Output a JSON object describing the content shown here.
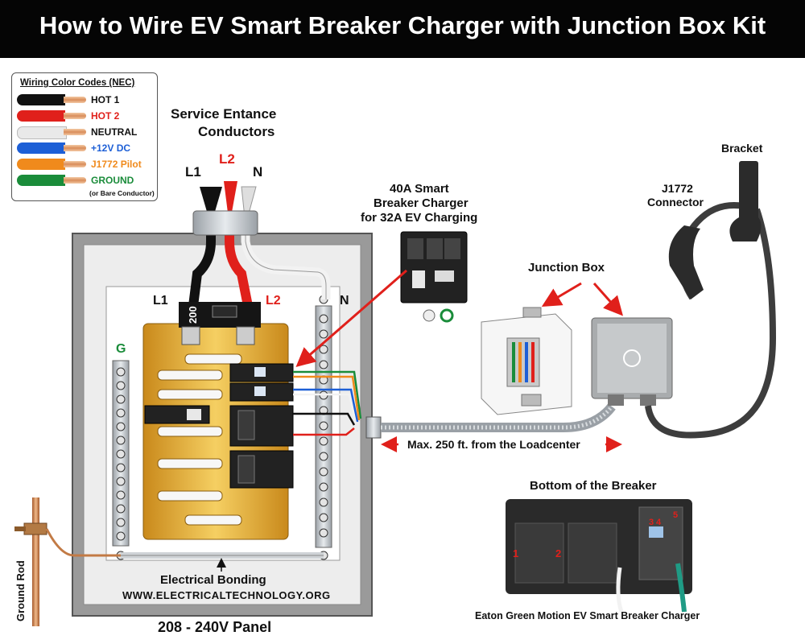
{
  "title": "How to Wire EV Smart Breaker Charger with Junction Box Kit",
  "legend": {
    "title": "Wiring Color Codes (NEC)",
    "items": [
      {
        "label": "HOT 1",
        "wire": "#111111",
        "text": "#111111"
      },
      {
        "label": "HOT 2",
        "wire": "#e0201b",
        "text": "#e0201b"
      },
      {
        "label": "NEUTRAL",
        "wire": "#e9e9e9",
        "text": "#111111"
      },
      {
        "label": "+12V DC",
        "wire": "#1d5fd6",
        "text": "#1d5fd6"
      },
      {
        "label": "J1772 Pilot",
        "wire": "#f08a1c",
        "text": "#f08a1c"
      },
      {
        "label": "GROUND",
        "wire": "#1a8c3a",
        "text": "#1a8c3a"
      }
    ],
    "ground_note": "(or Bare Conductor)"
  },
  "service": {
    "title_line1": "Service Entance",
    "title_line2": "Conductors",
    "l1": "L1",
    "l2": "L2",
    "n": "N"
  },
  "panel": {
    "l1": "L1",
    "l2": "L2",
    "n": "N",
    "g": "G",
    "main_rating": "200",
    "caption": "208 - 240V Panel",
    "bonding": "Electrical Bonding",
    "website": "WWW.ELECTRICALTECHNOLOGY.ORG"
  },
  "ground_rod": "Ground Rod",
  "breaker": {
    "line1": "40A Smart",
    "line2": "Breaker Charger",
    "line3": "for 32A EV Charging"
  },
  "junction_box": "Junction Box",
  "distance": "Max. 250 ft. from the Loadcenter",
  "bracket": "Bracket",
  "connector": {
    "line1": "J1772",
    "line2": "Connector"
  },
  "bottom": {
    "title": "Bottom of the Breaker",
    "caption": "Eaton Green Motion EV Smart Breaker Charger",
    "terminals": [
      "1",
      "2",
      "3",
      "4",
      "5"
    ]
  },
  "colors": {
    "title_bg": "#050505",
    "bus": "#e0a52c",
    "arrow": "#e0201b"
  }
}
